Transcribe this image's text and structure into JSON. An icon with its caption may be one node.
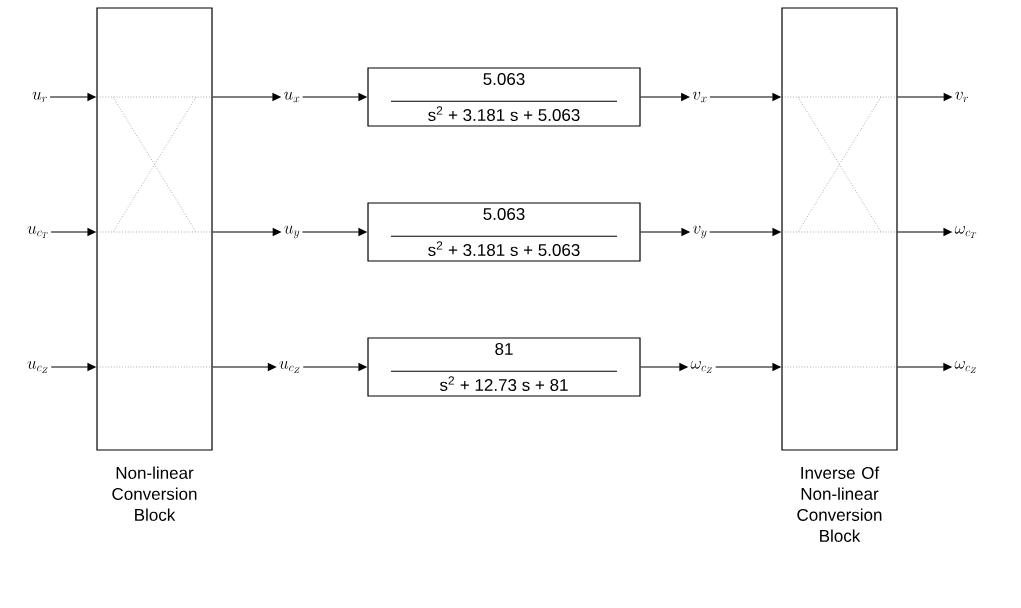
{
  "diagram": {
    "nodes": [
      {
        "text": [
          "Non-linear Conversion Block"
        ]
      },
      {
        "text": [
          "u_r"
        ]
      },
      {
        "text": [
          "u_{c_T}"
        ]
      },
      {
        "text": [
          "u_{c_Z}"
        ]
      },
      {
        "text": [
          "u_x"
        ]
      },
      {
        "text": [
          "u_y"
        ]
      },
      {
        "text": [
          "u_{c_Z}"
        ]
      },
      {
        "text": [
          "5.063",
          "s$^{2}$ + 3.181 s + 5.063"
        ]
      },
      {
        "text": [
          "5.063",
          "s$^{2}$ + 3.181 s + 5.063"
        ]
      },
      {
        "text": [
          "81",
          "s$^{2}$ + 12.73 s + 81"
        ]
      },
      {
        "text": [
          "v_x"
        ]
      },
      {
        "text": [
          "v_y"
        ]
      },
      {
        "text": [
          "\\omega_{c_Z}"
        ]
      },
      {
        "text": [
          "Inverse Of Non-linear Conversion Block"
        ]
      },
      {
        "text": [
          "v_r"
        ]
      },
      {
        "text": [
          "\\omega_{c_T}"
        ]
      },
      {
        "text": [
          "\\omega_{c_Z}"
        ]
      }
    ],
    "edges": [
      {
        "from": 1,
        "to": 0,
        "arrow": "to"
      },
      {
        "from": 2,
        "to": 0,
        "arrow": "to"
      },
      {
        "from": 3,
        "to": 0,
        "arrow": "to"
      },
      {
        "from": 0,
        "to": 4,
        "arrow": "to"
      },
      {
        "from": 0,
        "to": 5,
        "arrow": "to"
      },
      {
        "from": 0,
        "to": 6,
        "arrow": "to"
      },
      {
        "from": 4,
        "to": 7,
        "arrow": "to"
      },
      {
        "from": 5,
        "to": 8,
        "arrow": "to"
      },
      {
        "from": 6,
        "to": 9,
        "arrow": "to"
      },
      {
        "from": 7,
        "to": 10,
        "arrow": "to"
      },
      {
        "from": 8,
        "to": 11,
        "arrow": "to"
      },
      {
        "from": 9,
        "to": 12,
        "arrow": "to"
      },
      {
        "from": 10,
        "to": 13,
        "arrow": "to"
      },
      {
        "from": 11,
        "to": 13,
        "arrow": "to"
      },
      {
        "from": 12,
        "to": 13,
        "arrow": "to"
      },
      {
        "from": 13,
        "to": 14,
        "arrow": "to"
      },
      {
        "from": 13,
        "to": 15,
        "arrow": "to"
      },
      {
        "from": 13,
        "to": 16,
        "arrow": "to"
      }
    ]
  }
}
